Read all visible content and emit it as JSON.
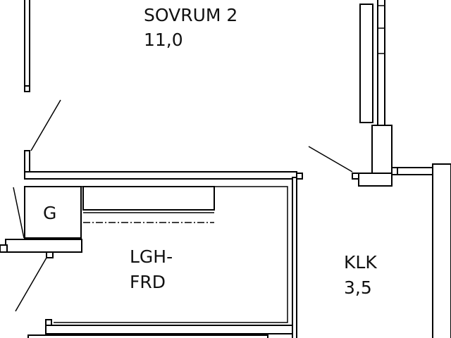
{
  "rooms": {
    "sovrum": {
      "name": "SOVRUM 2",
      "area": "11,0"
    },
    "hall": {
      "name_line1": "LGH-",
      "name_line2": "FRD"
    },
    "klk": {
      "name": "KLK",
      "area": "3,5"
    },
    "g": {
      "name": "G"
    }
  },
  "colors": {
    "line": "#000000",
    "background": "#ffffff"
  }
}
